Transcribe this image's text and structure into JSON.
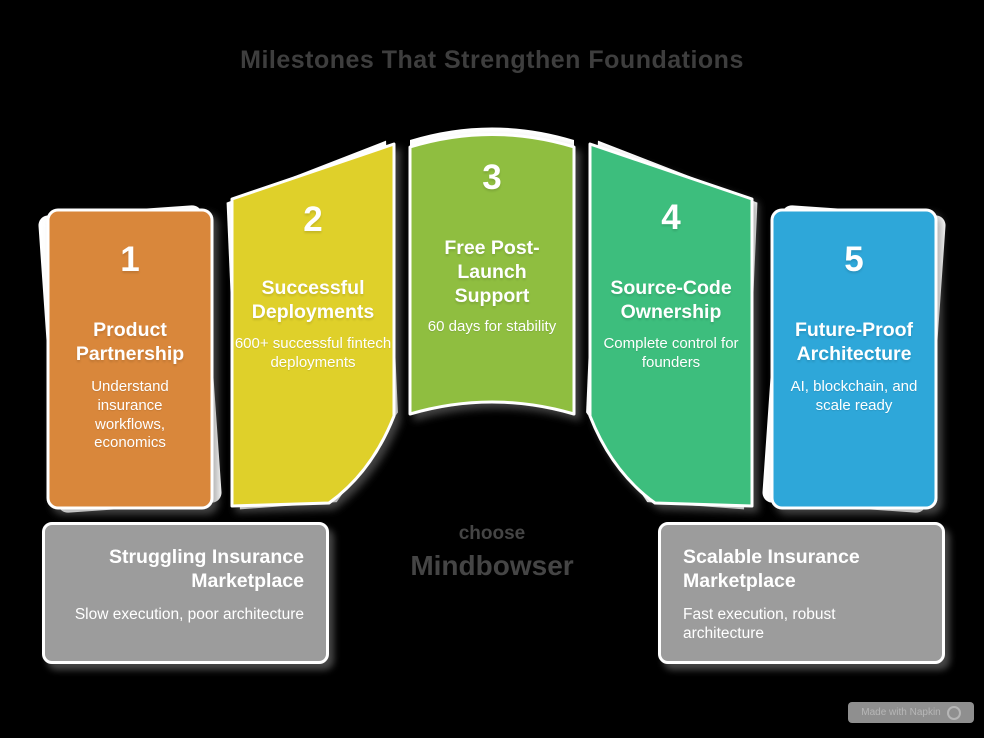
{
  "title": "Milestones That Strengthen Foundations",
  "cards": [
    {
      "number": "1",
      "title": "Product Partnership",
      "body": "Understand insurance workflows, economics",
      "color": "#D9873B"
    },
    {
      "number": "2",
      "title": "Successful Deployments",
      "body": "600+ successful fintech deployments",
      "color": "#DFD02A"
    },
    {
      "number": "3",
      "title": "Free Post-Launch Support",
      "body": "60 days for stability",
      "color": "#8FBE3F"
    },
    {
      "number": "4",
      "title": "Source-Code Ownership",
      "body": "Complete control for founders",
      "color": "#3CBE7D"
    },
    {
      "number": "5",
      "title": "Future-Proof Architecture",
      "body": "AI, blockchain, and scale ready",
      "color": "#2EA7D9"
    }
  ],
  "center_label": {
    "line1": "choose",
    "line2": "Mindbowser"
  },
  "before_box": {
    "title": "Struggling Insurance Marketplace",
    "body": "Slow execution, poor architecture"
  },
  "after_box": {
    "title": "Scalable Insurance Marketplace",
    "body": "Fast execution, robust architecture"
  },
  "watermark": {
    "label": "Made with Napkin"
  },
  "colors": {
    "background": "#000000",
    "card_border": "#FFFFFF",
    "gray_box": "#9C9C9C",
    "title_text": "#3E3E3E",
    "center_text": "#454545",
    "card_text": "#FFFFFF"
  }
}
